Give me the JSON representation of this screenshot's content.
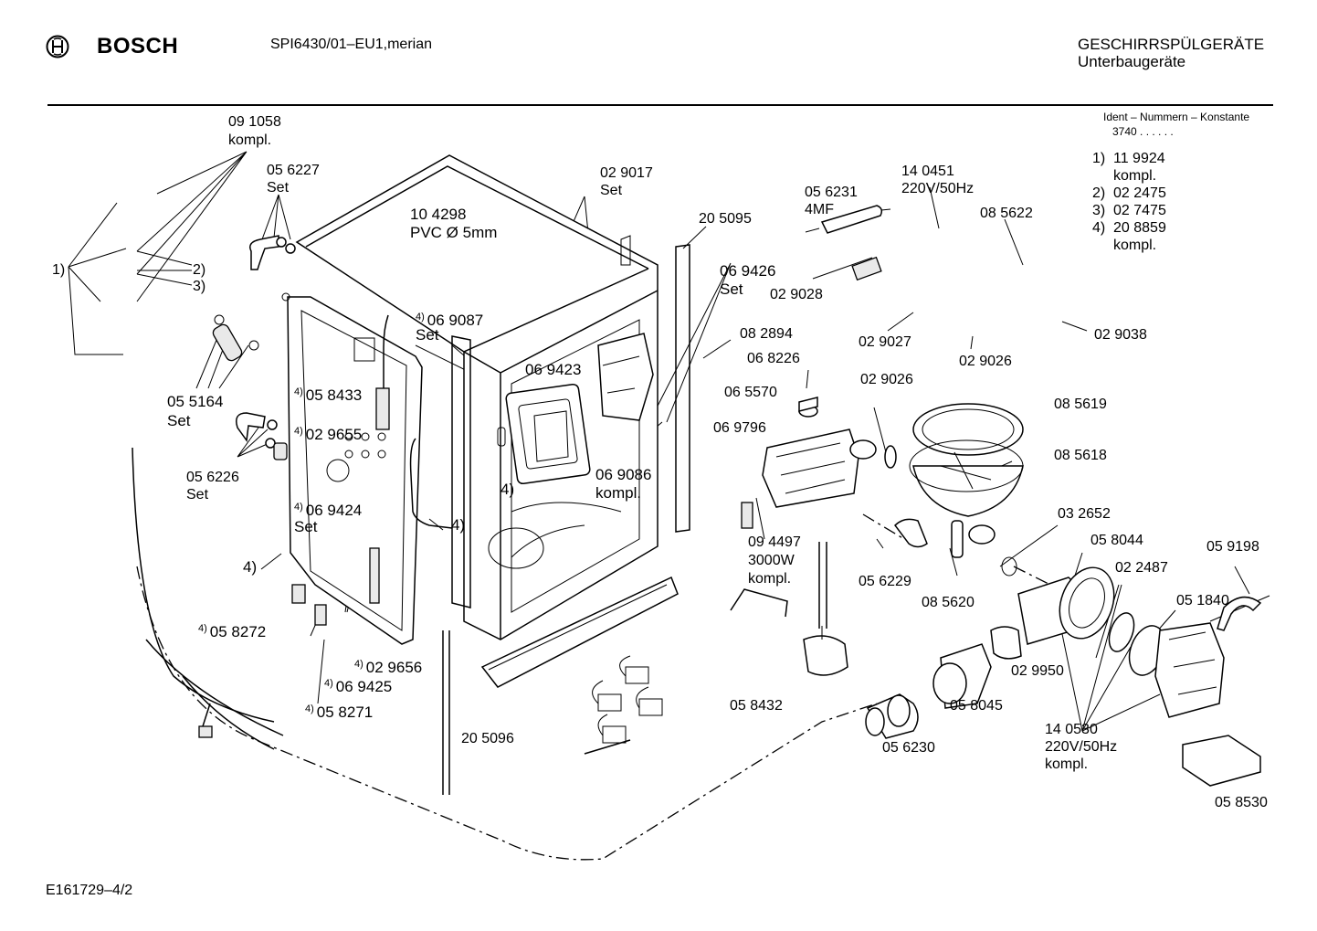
{
  "header": {
    "brand": "BOSCH",
    "model": "SPI6430/01–EU1,merian",
    "category_line1": "GESCHIRRSPÜLGERÄTE",
    "category_line2": "Unterbaugeräte"
  },
  "ident": {
    "title": "Ident – Nummern – Konstante",
    "value": "3740 . .  . . . ."
  },
  "footnotes": [
    {
      "num": "1)",
      "code": "11 9924",
      "note": "kompl."
    },
    {
      "num": "2)",
      "code": "02 2475",
      "note": ""
    },
    {
      "num": "3)",
      "code": "02 7475",
      "note": ""
    },
    {
      "num": "4)",
      "code": "20 8859",
      "note": "kompl."
    }
  ],
  "labels": {
    "p091058": "09 1058",
    "p091058_note": "kompl.",
    "p056227": "05 6227",
    "p056227_note": "Set",
    "ref1": "1)",
    "ref2": "2)",
    "ref3": "3)",
    "p104298": "10 4298",
    "p104298_note": "PVC Ø 5mm",
    "p029017": "02 9017",
    "p029017_note": "Set",
    "p205095": "20 5095",
    "p056231": "05 6231",
    "p056231_note": "4MF",
    "p140451": "14 0451",
    "p140451_note": "220V/50Hz",
    "p085622": "08 5622",
    "p069426": "06 9426",
    "p069426_note": "Set",
    "p029028": "02 9028",
    "p069087": "06 9087",
    "p069087_sup": "4)",
    "p069087_note": "Set",
    "p055164": "05 5164",
    "p055164_note": "Set",
    "p058433": "05 8433",
    "p058433_sup": "4)",
    "p069423": "06 9423",
    "p082894": "08 2894",
    "p068226": "06 8226",
    "p029027": "02 9027",
    "p029026a": "02 9026",
    "p029038": "02 9038",
    "p029655": "02 9655",
    "p029655_sup": "4)",
    "p065570": "06 5570",
    "p029026b": "02 9026",
    "p085619": "08 5619",
    "p069796": "06 9796",
    "p085618": "08 5618",
    "p056226": "05 6226",
    "p056226_note": "Set",
    "ref4a": "4)",
    "p069086": "06 9086",
    "p069086_note": "kompl.",
    "p069424": "06 9424",
    "p069424_sup": "4)",
    "p069424_note": "Set",
    "ref4b": "4)",
    "p032652": "03 2652",
    "p094497": "09 4497",
    "p094497_note1": "3000W",
    "p094497_note2": "kompl.",
    "p058044": "05 8044",
    "p059198": "05 9198",
    "ref4c": "4)",
    "p022487": "02 2487",
    "p056229": "05 6229",
    "p051840": "05 1840",
    "p085620": "08 5620",
    "p058272": "05 8272",
    "p058272_sup": "4)",
    "p029656": "02 9656",
    "p029656_sup": "4)",
    "p029950": "02 9950",
    "p069425": "06 9425",
    "p069425_sup": "4)",
    "p058432": "05 8432",
    "p058045": "05 8045",
    "p058271": "05 8271",
    "p058271_sup": "4)",
    "p140530": "14 0530",
    "p140530_note1": "220V/50Hz",
    "p140530_note2": "kompl.",
    "p205096": "20 5096",
    "p056230": "05 6230",
    "p058530": "05 8530"
  },
  "footer": {
    "code": "E161729–4/2"
  }
}
